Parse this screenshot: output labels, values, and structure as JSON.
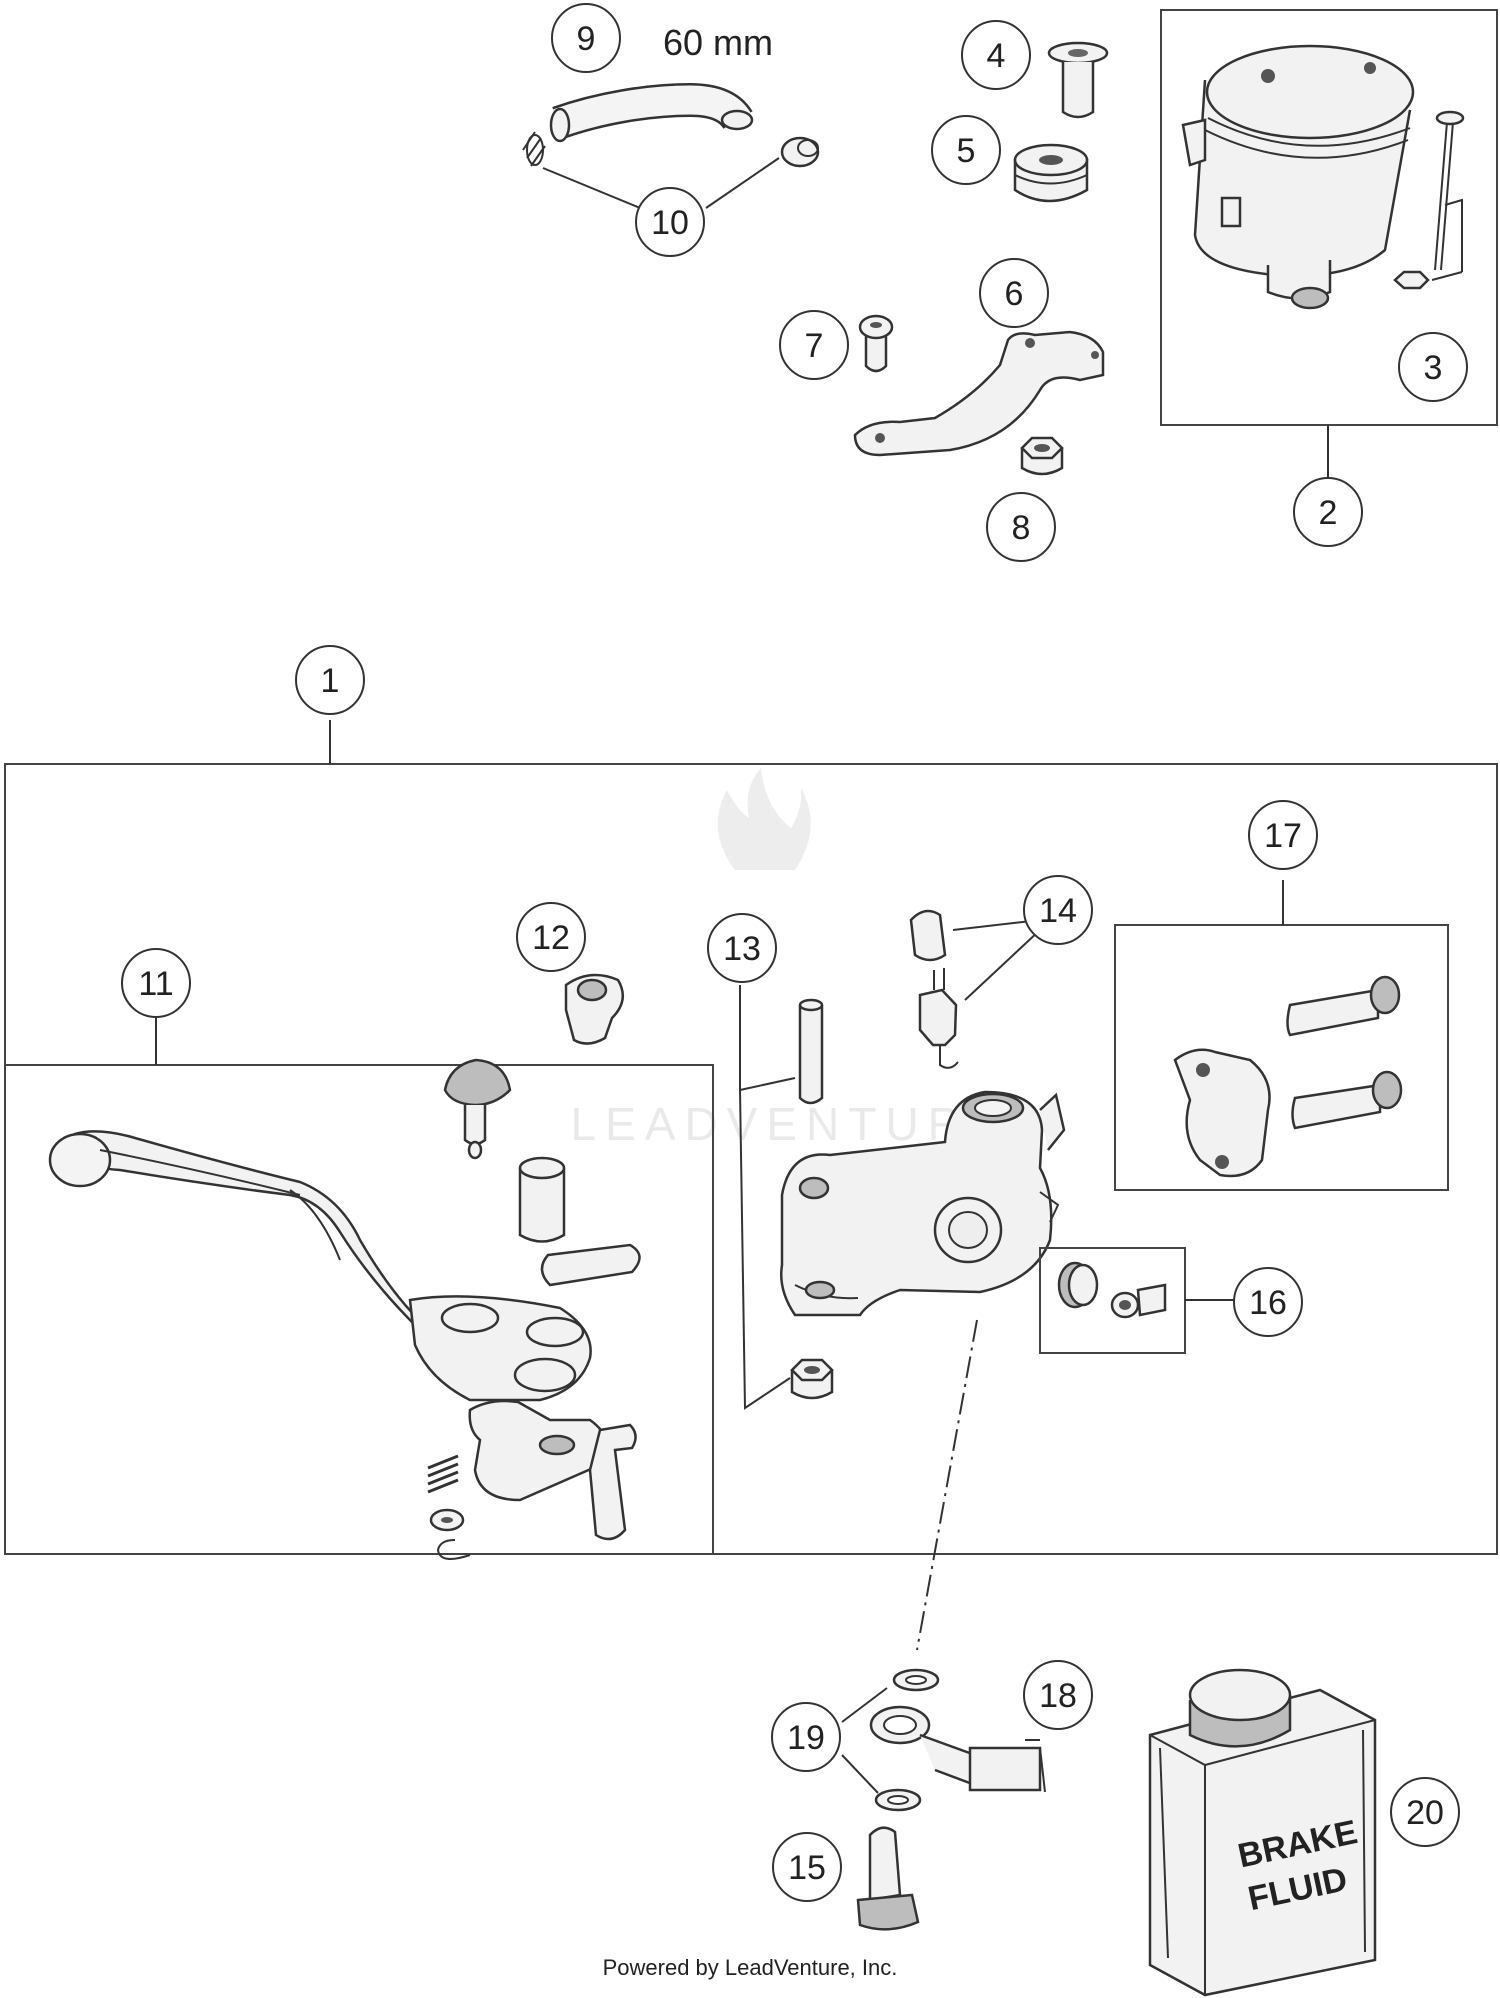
{
  "diagram": {
    "hose_length_label": "60 mm",
    "container_label_line1": "BRAKE",
    "container_label_line2": "FLUID",
    "watermark": "LEADVENTURE",
    "footer": "Powered by LeadVenture, Inc.",
    "callouts": [
      "1",
      "2",
      "3",
      "4",
      "5",
      "6",
      "7",
      "8",
      "9",
      "10",
      "11",
      "12",
      "13",
      "14",
      "15",
      "16",
      "17",
      "18",
      "19",
      "20"
    ]
  }
}
